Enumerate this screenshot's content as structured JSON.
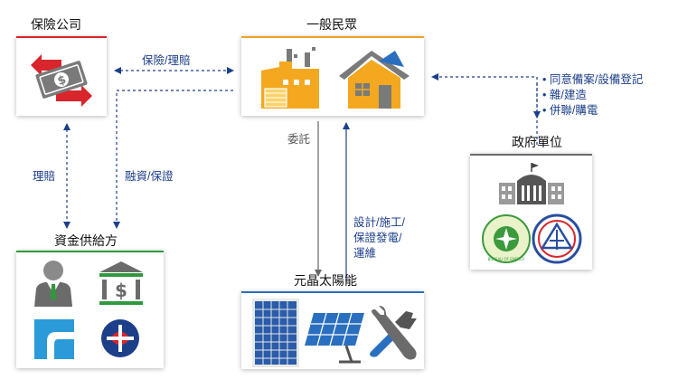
{
  "nodes": {
    "insurance": {
      "title": "保險公司"
    },
    "households": {
      "title": "一般民眾"
    },
    "government": {
      "title": "政府單位"
    },
    "funders": {
      "title": "資金供給方"
    },
    "solar": {
      "title": "元晶太陽能"
    }
  },
  "edges": {
    "insurance_households": "保險/理賠",
    "insurance_funders": "理賠",
    "funders_households": "融資/保證",
    "households_solar": "委託",
    "solar_households": [
      "設計/施工/",
      "保證發電/",
      "運維"
    ],
    "government_households": [
      "同意備案/設備登記",
      "雜/建造",
      "併聯/購電"
    ]
  },
  "logos": {
    "bureau_of_energy": "BUREAU OF ENERGY"
  },
  "colors": {
    "insurance_accent": "#d9262c",
    "households_accent": "#f0a21f",
    "funders_accent": "#2f9a3c",
    "solar_accent": "#2a6fbf",
    "government_accent": "#6b6b6b",
    "edge_blue": "#1d3f8a",
    "edge_gray": "#666666"
  },
  "icons": [
    "money-exchange-icon",
    "factory-icon",
    "house-icon",
    "government-building-icon",
    "bureau-of-energy-logo",
    "taipower-logo",
    "businessman-icon",
    "bank-icon",
    "finance-logo",
    "bank-logo",
    "solar-panel-icon",
    "solar-array-icon",
    "tools-icon"
  ]
}
